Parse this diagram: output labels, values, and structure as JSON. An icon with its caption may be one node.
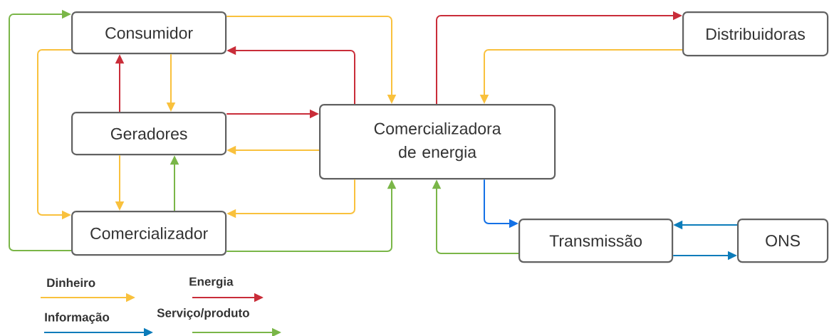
{
  "diagram": {
    "nodes": [
      {
        "text": [
          "Consumidor"
        ]
      },
      {
        "text": [
          "Geradores"
        ]
      },
      {
        "text": [
          "Comercializador"
        ]
      },
      {
        "text": [
          "Comercializadora de energia"
        ]
      },
      {
        "text": [
          "Distribuidoras"
        ]
      },
      {
        "text": [
          "Transmissão"
        ]
      },
      {
        "text": [
          "ONS"
        ]
      }
    ],
    "edges": [
      {
        "from": 2,
        "to": 0,
        "arrow": "to",
        "color": "#7ab648"
      },
      {
        "from": 0,
        "to": 2,
        "arrow": "to",
        "color": "#f9c13d"
      },
      {
        "from": 0,
        "to": 3,
        "arrow": "to",
        "color": "#f9c13d"
      },
      {
        "from": 3,
        "to": 0,
        "arrow": "to",
        "color": "#c92d39"
      },
      {
        "from": 1,
        "to": 0,
        "arrow": "to",
        "color": "#c92d39"
      },
      {
        "from": 0,
        "to": 1,
        "arrow": "to",
        "color": "#f9c13d"
      },
      {
        "from": 1,
        "to": 3,
        "arrow": "to",
        "color": "#c92d39"
      },
      {
        "from": 3,
        "to": 1,
        "arrow": "to",
        "color": "#f9c13d"
      },
      {
        "from": 1,
        "to": 2,
        "arrow": "to",
        "color": "#f9c13d"
      },
      {
        "from": 2,
        "to": 1,
        "arrow": "to",
        "color": "#7ab648"
      },
      {
        "from": 3,
        "to": 2,
        "arrow": "to",
        "color": "#f9c13d"
      },
      {
        "from": 2,
        "to": 3,
        "arrow": "to",
        "color": "#7ab648"
      },
      {
        "from": 3,
        "to": 4,
        "arrow": "to",
        "color": "#c92d39"
      },
      {
        "from": 4,
        "to": 3,
        "arrow": "to",
        "color": "#f9c13d"
      },
      {
        "from": 3,
        "to": 5,
        "arrow": "to",
        "color": "#1471e6"
      },
      {
        "from": 5,
        "to": 3,
        "arrow": "to",
        "color": "#7ab648"
      },
      {
        "from": 6,
        "to": 5,
        "arrow": "to",
        "color": "#0c7cba"
      },
      {
        "from": 5,
        "to": 6,
        "arrow": "to",
        "color": "#0c7cba"
      }
    ],
    "legend": [
      {
        "text": "Dinheiro",
        "color": "#f9c13d"
      },
      {
        "text": "Energia",
        "color": "#c92d39"
      },
      {
        "text": "Informação",
        "color": "#0c7cba"
      },
      {
        "text": "Serviço/produto",
        "color": "#7ab648"
      }
    ]
  }
}
